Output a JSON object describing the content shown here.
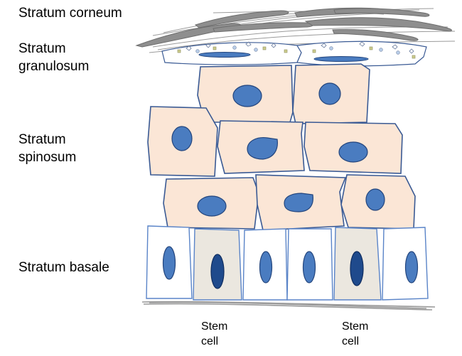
{
  "labels": {
    "corneum": "Stratum corneum",
    "granulosum": "Stratum\ngranulosum",
    "spinosum": "Stratum\nspinosum",
    "basale": "Stratum basale",
    "stem_left": "Stem\ncell",
    "stem_right": "Stem\ncell"
  },
  "colors": {
    "spinous_cell_fill": "#fbe6d6",
    "stem_cell_fill": "#ebe7df",
    "basal_cell_fill": "#ffffff",
    "cell_outline": "#3a5a94",
    "nucleus_fill": "#4a7cc0",
    "stem_nucleus_fill": "#1f4a8c",
    "corneum_flake": "#8e8e8e",
    "basement_membrane": "#9a9a9a"
  }
}
